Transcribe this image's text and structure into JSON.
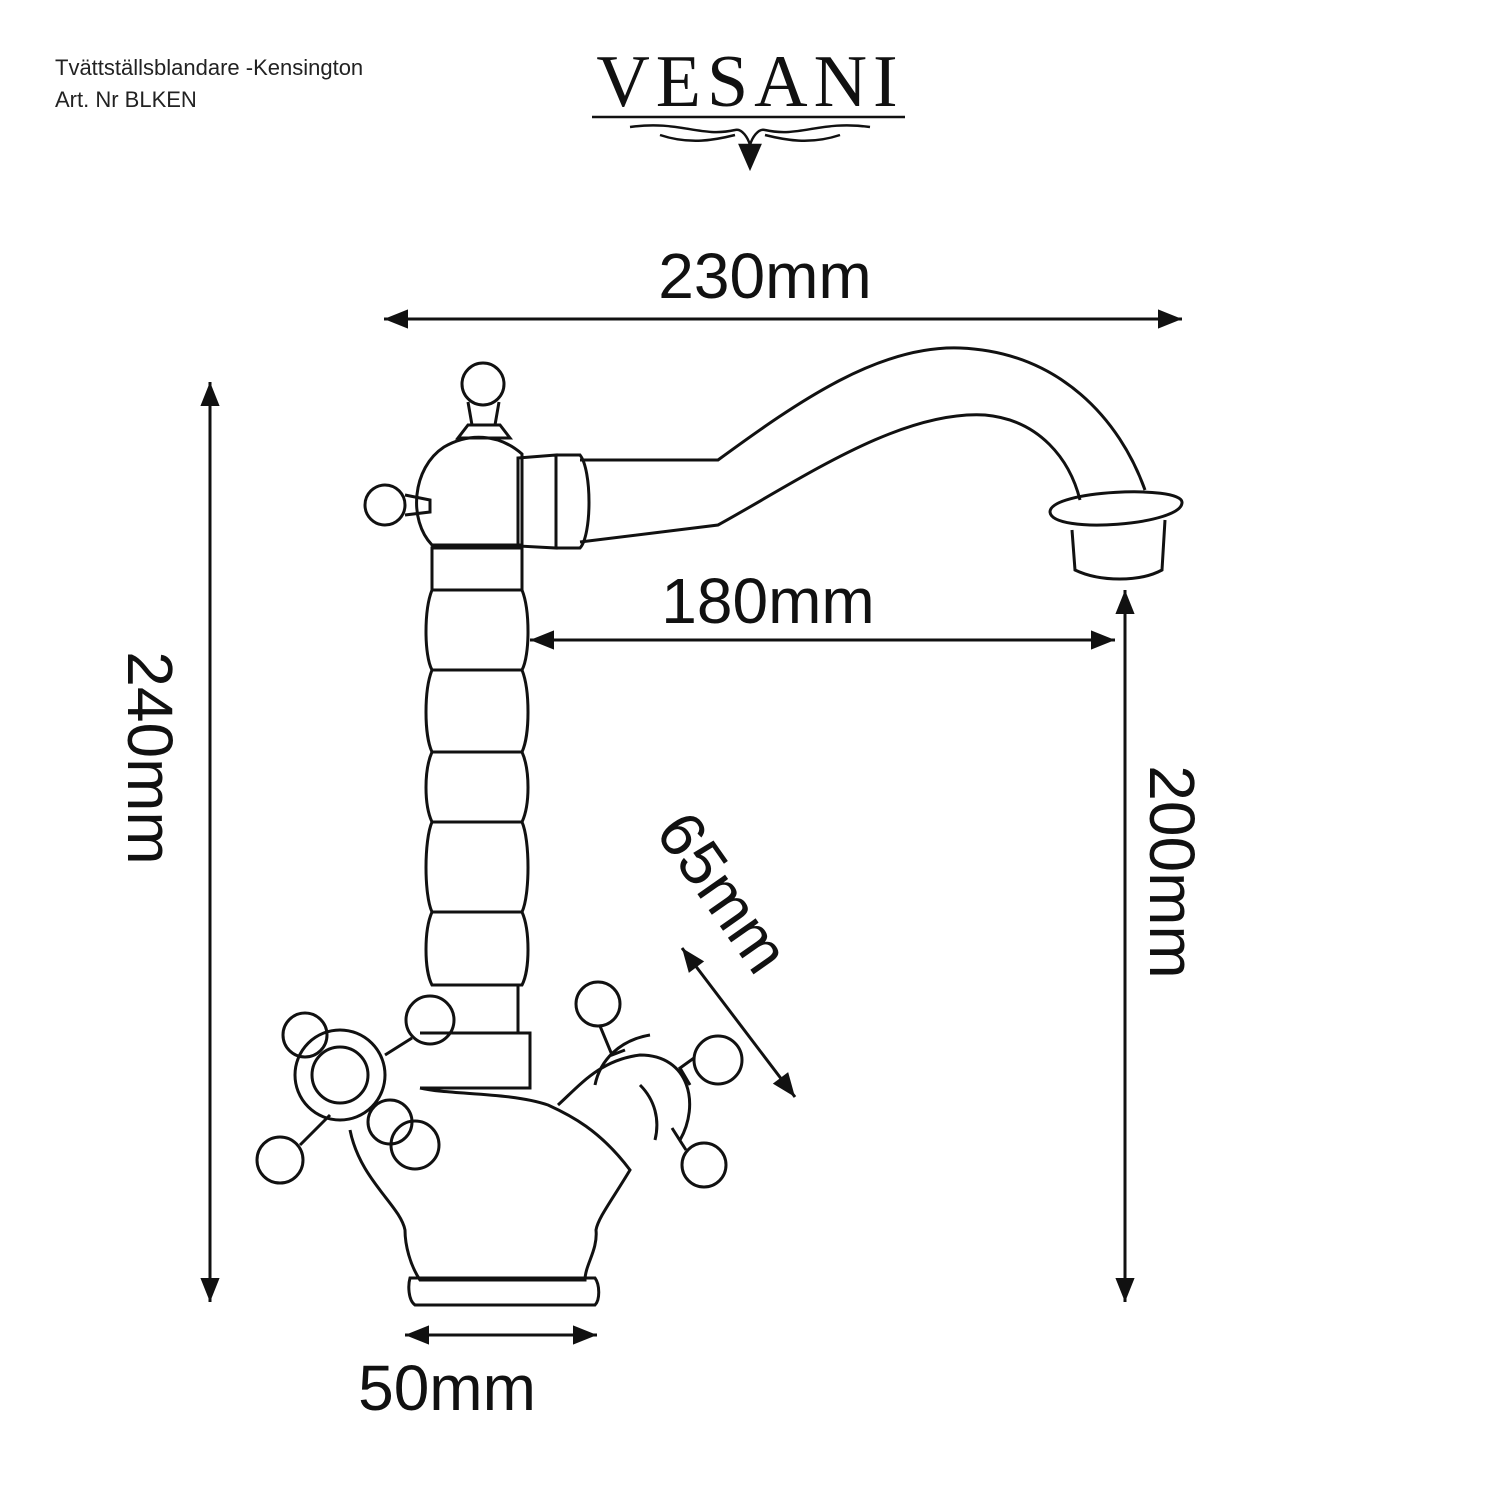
{
  "header": {
    "product_name": "Tvättställsblandare -Kensington",
    "article_number": "Art. Nr BLKEN"
  },
  "brand": {
    "name": "VESANI"
  },
  "dimensions": {
    "width_total": "230mm",
    "spout_reach": "180mm",
    "height_total": "240mm",
    "spout_height": "200mm",
    "handle_span": "65mm",
    "base_diameter": "50mm"
  },
  "colors": {
    "line": "#111111",
    "background": "#ffffff"
  }
}
